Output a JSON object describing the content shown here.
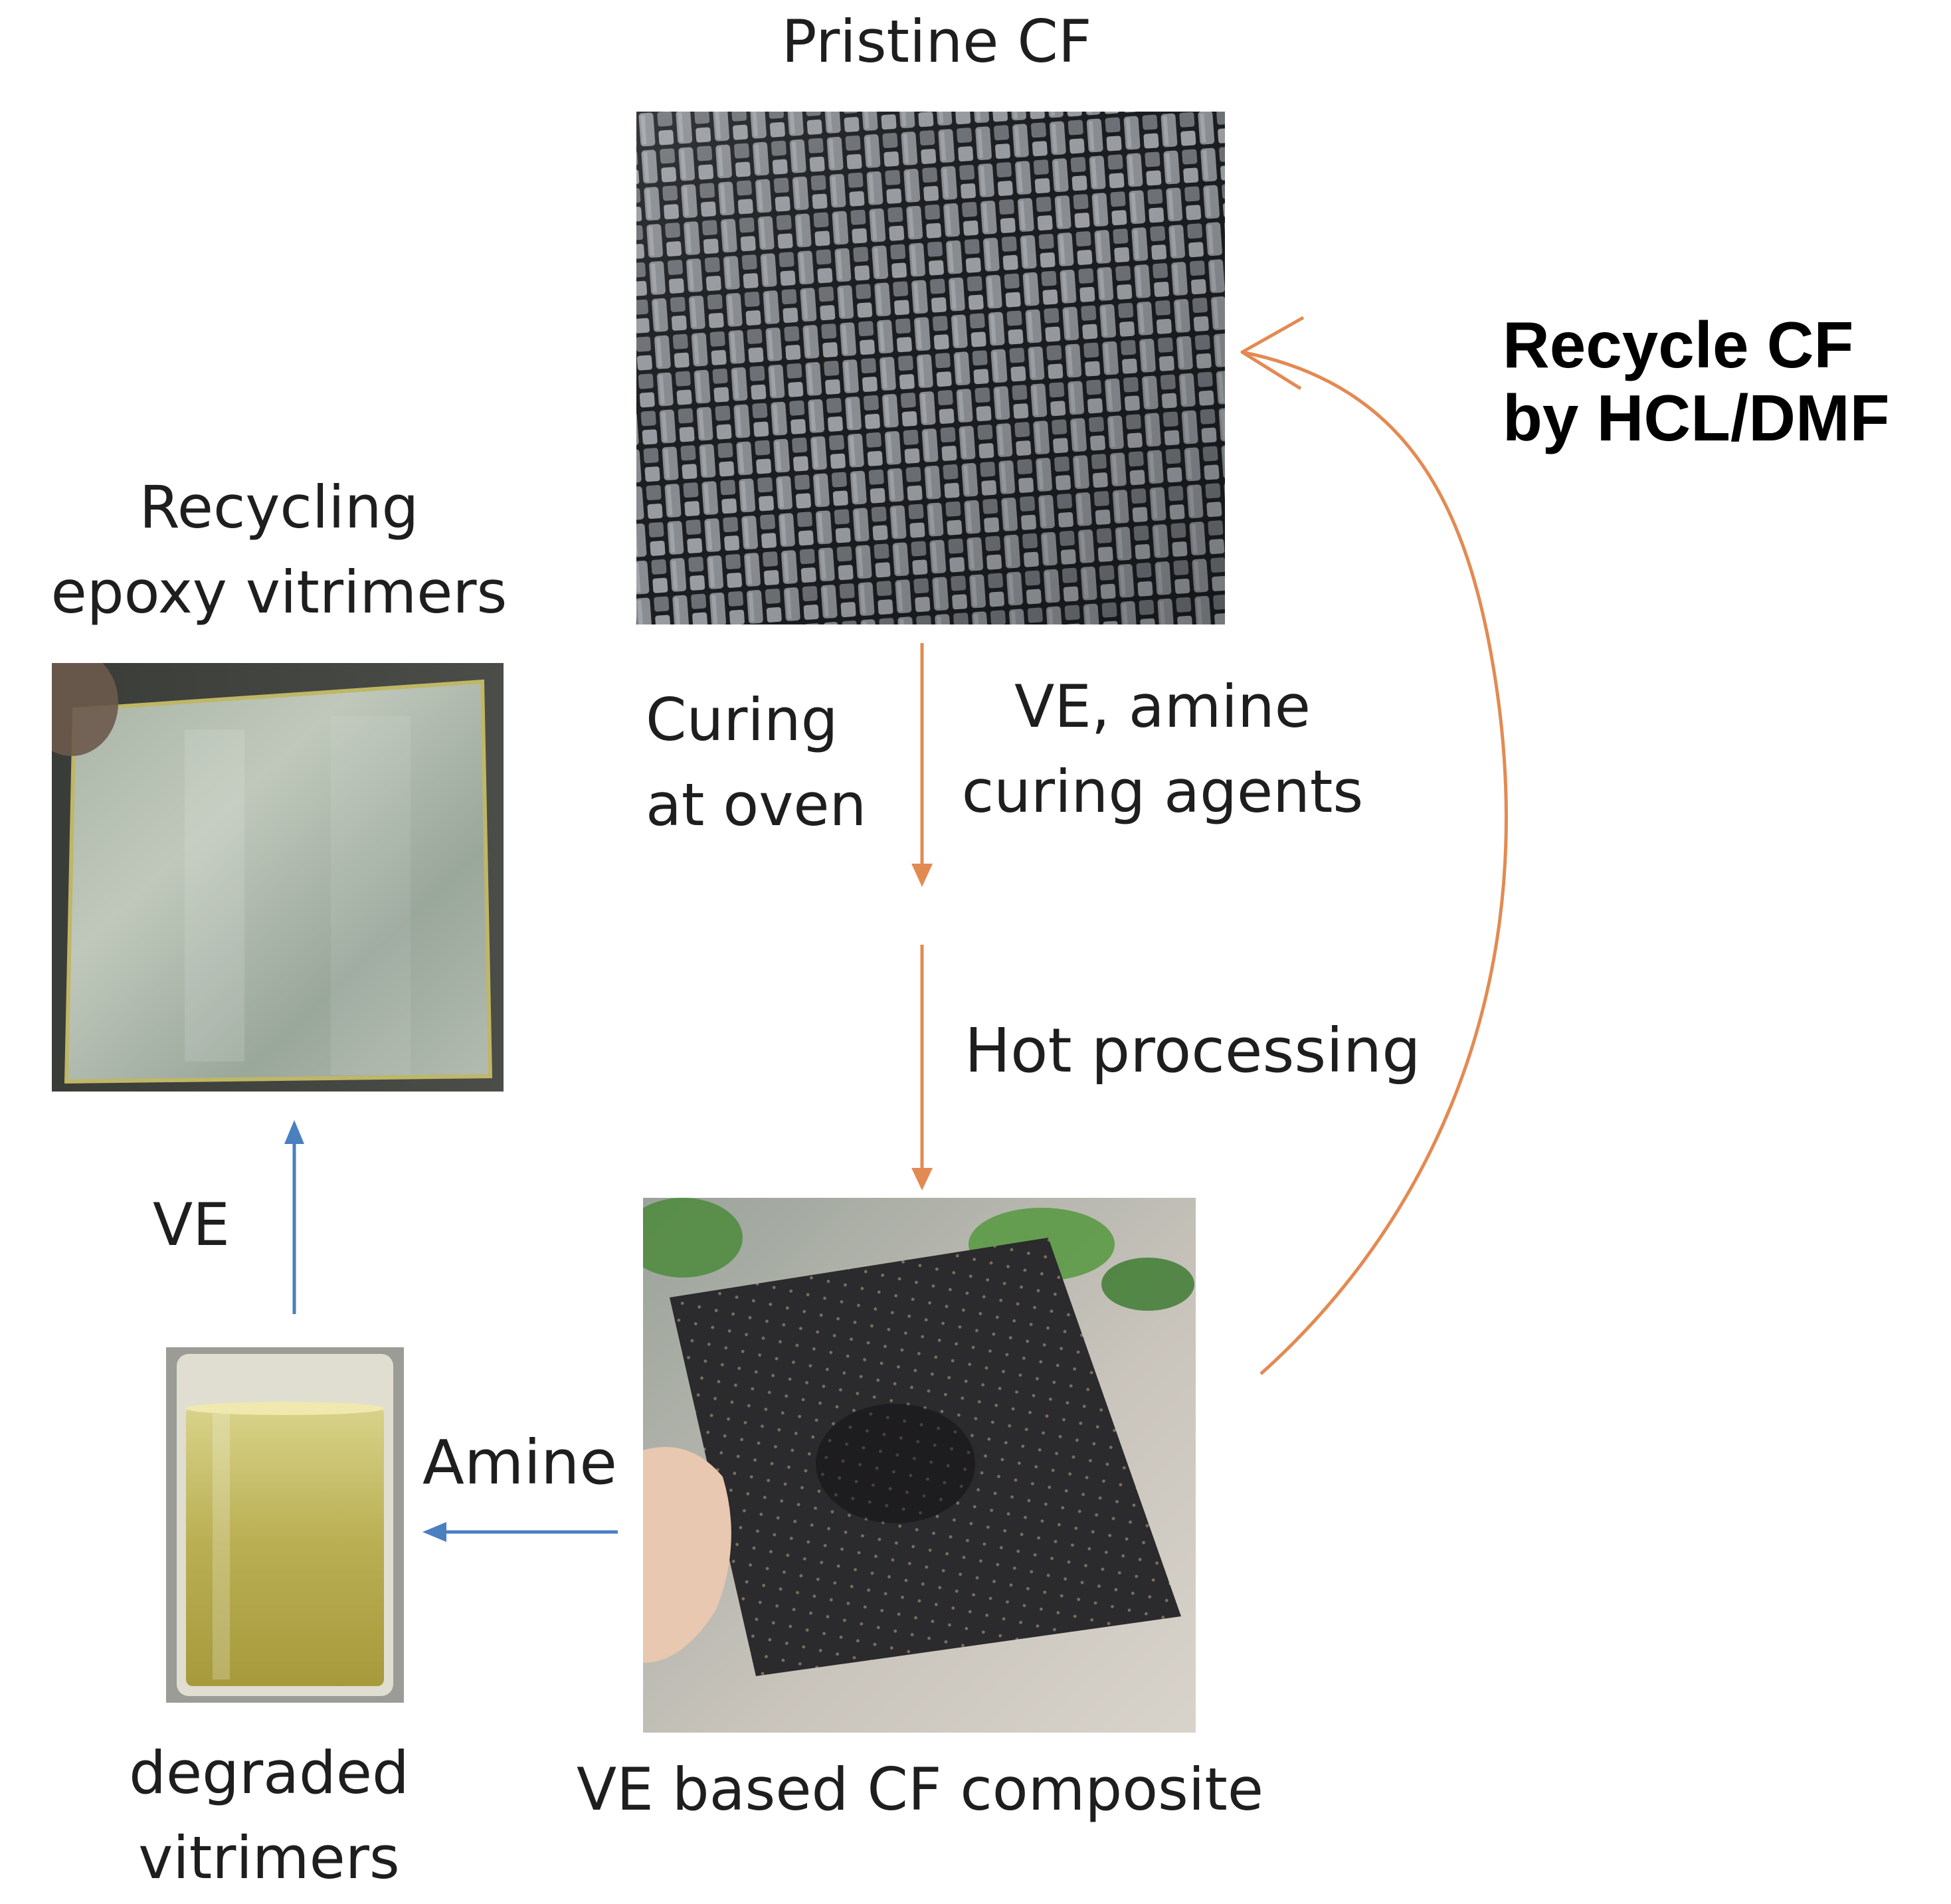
{
  "labels": {
    "pristine_cf": "Pristine CF",
    "recycle_cf": [
      "Recycle CF",
      "by HCL/DMF"
    ],
    "recycling_vitrimers": [
      "Recycling",
      "epoxy vitrimers"
    ],
    "curing": [
      "Curing",
      "at oven"
    ],
    "ve_amine": [
      "VE, amine",
      "curing agents"
    ],
    "hot_processing": "Hot processing",
    "ve_vertical": "VE",
    "amine": "Amine",
    "degraded": [
      "degraded",
      "vitrimers"
    ],
    "composite": "VE based CF composite"
  },
  "colors": {
    "orange_arrow": "#e38a52",
    "blue_arrow": "#4a7fc0",
    "text": "#1e1e1e"
  },
  "icons": {
    "pristine_cf_photo": "woven-carbon-fiber-photo",
    "recycled_film_photo": "transparent-vitrimer-film-photo",
    "composite_photo": "carbon-fiber-composite-sheet-photo",
    "vial_photo": "yellow-liquid-vial-photo"
  }
}
